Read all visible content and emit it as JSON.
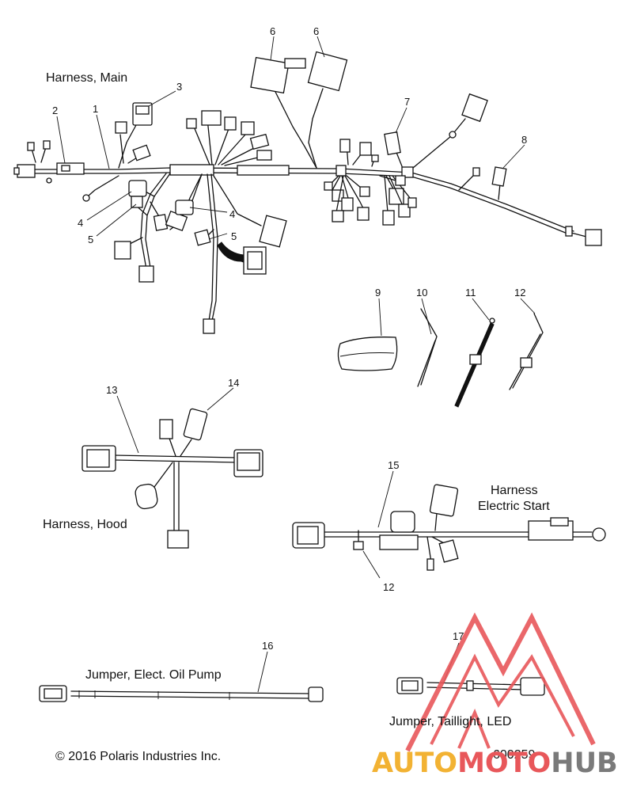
{
  "titles": {
    "harness_main": "Harness, Main",
    "harness_hood": "Harness, Hood",
    "harness_electric_start_line1": "Harness",
    "harness_electric_start_line2": "Electric Start",
    "jumper_oil_pump": "Jumper, Elect. Oil Pump",
    "jumper_taillight": "Jumper, Taillight, LED"
  },
  "callouts": {
    "c1": "1",
    "c2": "2",
    "c3": "3",
    "c4a": "4",
    "c4b": "4",
    "c5a": "5",
    "c5b": "5",
    "c6a": "6",
    "c6b": "6",
    "c7": "7",
    "c8": "8",
    "c9": "9",
    "c10": "10",
    "c11": "11",
    "c12a": "12",
    "c12b": "12",
    "c13": "13",
    "c14": "14",
    "c15": "15",
    "c16": "16",
    "c17": "17"
  },
  "footer": {
    "copyright": "© 2016 Polaris Industries Inc.",
    "figure_number": "600259"
  },
  "watermark": {
    "part1": "AUTO",
    "part2": "MOTO",
    "part3": "HUB",
    "color_red": "#e8575a",
    "color_orange": "#f2b233",
    "color_gray": "#7a7a7a"
  }
}
